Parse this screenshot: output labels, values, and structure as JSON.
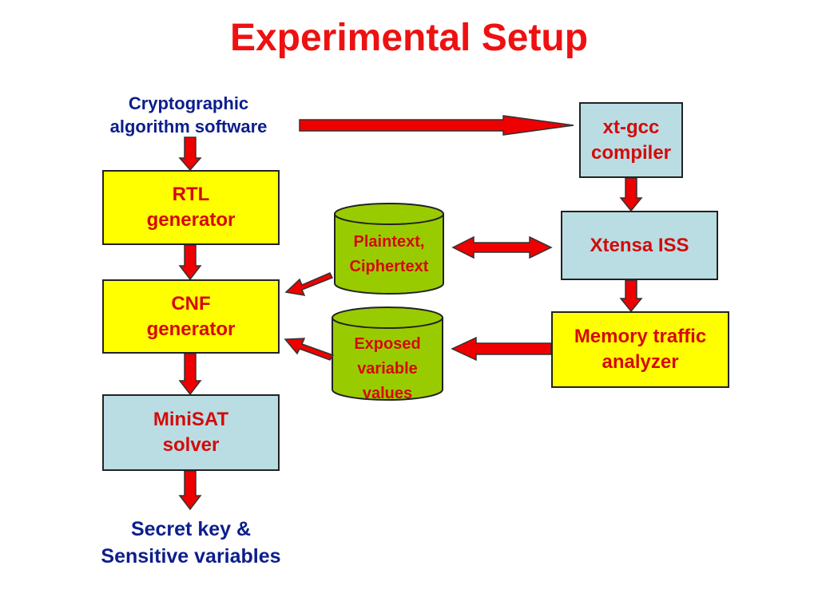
{
  "title": "Experimental Setup",
  "input": {
    "line1": "Cryptographic",
    "line2": "algorithm software"
  },
  "output": {
    "line1": "Secret key &",
    "line2": "Sensitive variables"
  },
  "boxes": {
    "rtl": {
      "line1": "RTL",
      "line2": "generator"
    },
    "cnf": {
      "line1": "CNF",
      "line2": "generator"
    },
    "minisat": {
      "line1": "MiniSAT",
      "line2": "solver"
    },
    "xtgcc": {
      "line1": "xt-gcc",
      "line2": "compiler"
    },
    "xtensa": {
      "line1": "Xtensa ISS"
    },
    "memory": {
      "line1": "Memory traffic",
      "line2": "analyzer"
    }
  },
  "databases": {
    "plaintext": {
      "line1": "Plaintext,",
      "line2": "Ciphertext"
    },
    "exposed": {
      "line1": "Exposed",
      "line2": "variable",
      "line3": "values"
    }
  },
  "colors": {
    "title": "#ee1111",
    "label_text": "#d40a0a",
    "external_text": "#0c1e8c",
    "generator_fill": "#ffff00",
    "tool_fill": "#b9dde3",
    "database_fill": "#99cc00",
    "arrow_fill": "#ee0000"
  }
}
